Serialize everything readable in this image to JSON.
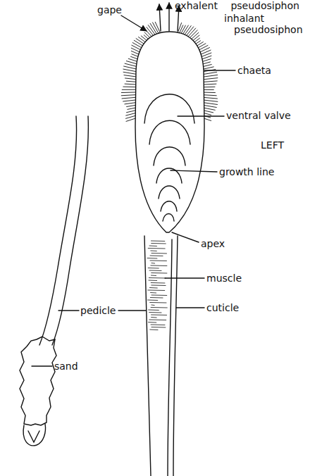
{
  "diagram": {
    "labels": [
      "gape",
      "exhalent pseudosiphon",
      "inhalant pseudosiphon",
      "chaeta",
      "ventral valve",
      "LEFT",
      "growth line",
      "apex",
      "muscle",
      "cuticle",
      "pedicle",
      "sand"
    ]
  }
}
